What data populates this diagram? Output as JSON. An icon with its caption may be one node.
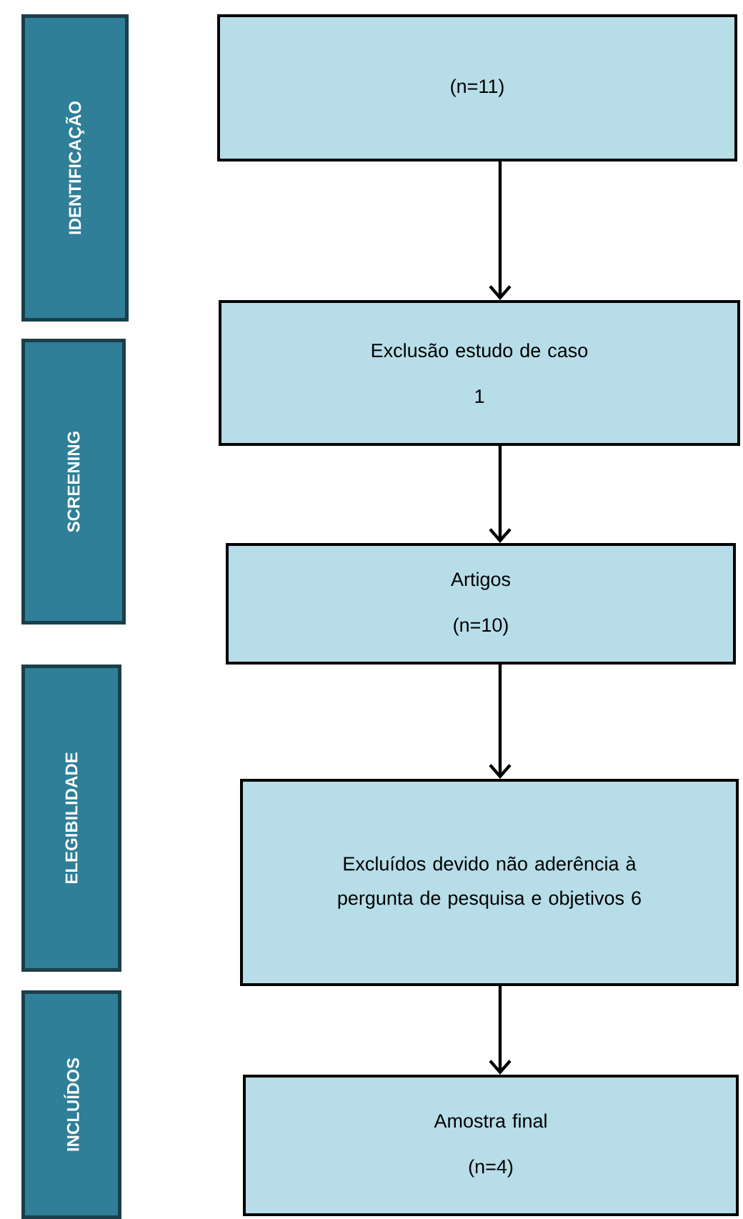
{
  "diagram": {
    "nodes": [
      {
        "text": [
          "IDENTIFICAÇÃO"
        ]
      },
      {
        "text": [
          "SCREENING"
        ]
      },
      {
        "text": [
          "ELEGIBILIDADE"
        ]
      },
      {
        "text": [
          "INCLUÍDOS"
        ]
      },
      {
        "text": [
          "(n=11)"
        ]
      },
      {
        "text": [
          "Exclusão estudo de caso",
          "1"
        ]
      },
      {
        "text": [
          "Artigos",
          "(n=10)"
        ]
      },
      {
        "text": [
          "Excluídos devido não aderência à pergunta de pesquisa e objetivos 6"
        ]
      },
      {
        "text": [
          "Amostra final",
          "(n=4)"
        ]
      }
    ],
    "edges": [
      {
        "from": 4,
        "to": 5,
        "arrow": "to"
      },
      {
        "from": 5,
        "to": 6,
        "arrow": "to"
      },
      {
        "from": 6,
        "to": 7,
        "arrow": "to"
      },
      {
        "from": 7,
        "to": 8,
        "arrow": "to"
      }
    ]
  }
}
